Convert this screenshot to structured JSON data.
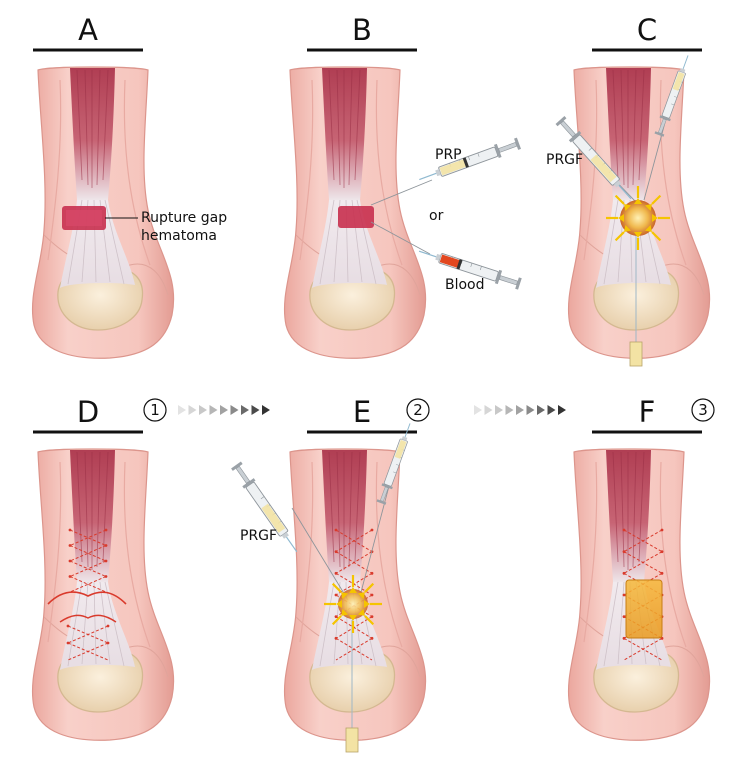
{
  "panels": [
    {
      "letter": "A"
    },
    {
      "letter": "B"
    },
    {
      "letter": "C"
    },
    {
      "letter": "D",
      "step": "1"
    },
    {
      "letter": "E",
      "step": "2"
    },
    {
      "letter": "F",
      "step": "3"
    }
  ],
  "labels": {
    "rupture_gap": "Rupture gap",
    "hematoma": "hematoma",
    "prp": "PRP",
    "or": "or",
    "blood": "Blood",
    "prgf_c": "PRGF",
    "prgf_e": "PRGF"
  },
  "colors": {
    "skin": "#f6c9c2",
    "skin_dark": "#e5a198",
    "muscle": "#b9485a",
    "tendon": "#eee6ea",
    "hematoma": "#c8304f",
    "prgf": "#e8a33a",
    "arrow": "#f5c400",
    "suture": "#d93a2c"
  }
}
